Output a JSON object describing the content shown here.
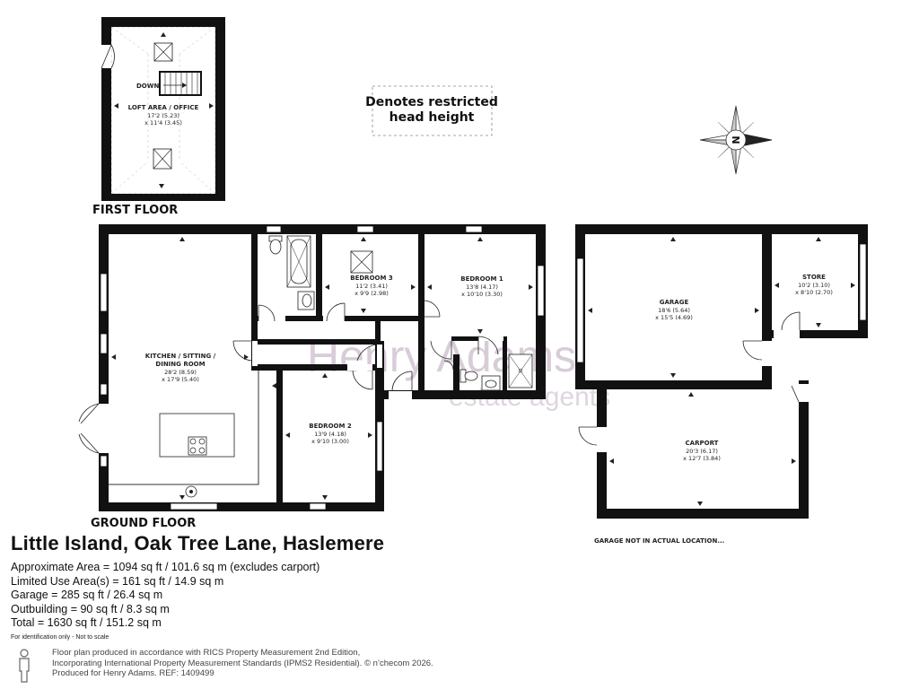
{
  "watermark": {
    "brand": "Henry Adams",
    "tagline": "estate agents"
  },
  "legend": {
    "text_line1": "Denotes restricted",
    "text_line2": "head height"
  },
  "compass": {
    "label": "N"
  },
  "first_floor": {
    "label": "FIRST FLOOR",
    "rooms": [
      {
        "name": "LOFT AREA / OFFICE",
        "dim_imperial": "17'2 (5.23)",
        "dim_metric": "x 11'4 (3.45)"
      }
    ],
    "stairs_label": "DOWN"
  },
  "ground_floor": {
    "label": "GROUND FLOOR",
    "rooms": [
      {
        "name_line1": "KITCHEN / SITTING /",
        "name_line2": "DINING ROOM",
        "dim1": "28'2 (8.59)",
        "dim2": "x 17'9 (5.40)"
      },
      {
        "name": "BEDROOM 3",
        "dim1": "11'2 (3.41)",
        "dim2": "x 9'9 (2.98)"
      },
      {
        "name": "BEDROOM 1",
        "dim1": "13'8 (4.17)",
        "dim2": "x 10'10 (3.30)"
      },
      {
        "name": "BEDROOM 2",
        "dim1": "13'9 (4.18)",
        "dim2": "x 9'10 (3.00)"
      }
    ]
  },
  "outbuildings": {
    "rooms": [
      {
        "name": "GARAGE",
        "dim1": "18'6 (5.64)",
        "dim2": "x 15'5 (4.69)"
      },
      {
        "name": "STORE",
        "dim1": "10'2 (3.10)",
        "dim2": "x 8'10 (2.70)"
      },
      {
        "name": "CARPORT",
        "dim1": "20'3 (6.17)",
        "dim2": "x 12'7 (3.84)"
      }
    ],
    "note": "GARAGE NOT IN ACTUAL LOCATION..."
  },
  "property": {
    "title": "Little Island, Oak Tree Lane, Haslemere",
    "stats": [
      "Approximate Area = 1094 sq ft / 101.6 sq m (excludes carport)",
      "Limited Use Area(s) = 161 sq ft / 14.9 sq m",
      "Garage = 285 sq ft / 26.4 sq m",
      "Outbuilding = 90 sq ft / 8.3 sq m",
      "Total = 1630 sq ft / 151.2 sq m"
    ],
    "disclaimer": "For identification only - Not to scale"
  },
  "footer": {
    "line1": "Floor plan produced in accordance with RICS Property Measurement 2nd Edition,",
    "line2": "Incorporating International Property Measurement Standards (IPMS2 Residential).  © n’checom 2026.",
    "line3": "Produced for Henry Adams.   REF: 1409499"
  }
}
